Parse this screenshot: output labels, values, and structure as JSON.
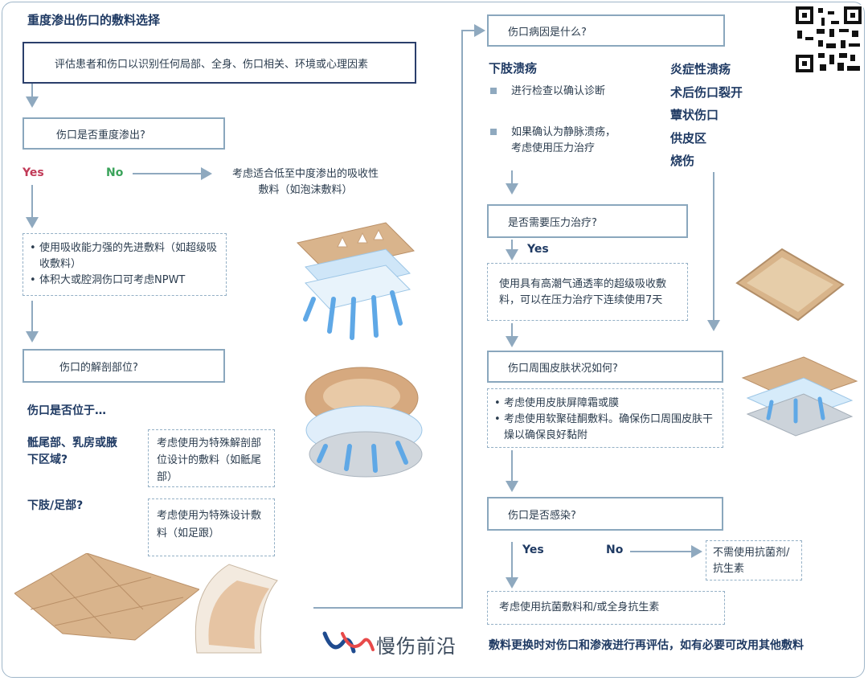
{
  "title": "重度渗出伤口的敷料选择",
  "assess_box": "评估患者和伤口以识别任何局部、全身、伤口相关、环境或心理因素",
  "q_exudate": "伤口是否重度渗出?",
  "yes_label": "Yes",
  "no_label": "No",
  "no_result": [
    "考虑适合低至中度渗出的吸收性",
    "敷料（如泡沫敷料）"
  ],
  "yes_items": [
    "使用吸收能力强的先进敷料（如超级吸收敷料）",
    "体积大或腔洞伤口可考虑NPWT"
  ],
  "q_anatomy": "伤口的解剖部位?",
  "located_q": "伤口是否位于…",
  "site1": [
    "骶尾部、乳房或腋",
    "下区域?"
  ],
  "site1_advice": "考虑使用为特殊解剖部位设计的敷料（如骶尾部）",
  "site2": "下肢/足部?",
  "site2_advice": "考虑使用为特殊设计敷料（如足跟）",
  "q_cause": "伤口病因是什么?",
  "leg_ulcer": "下肢溃疡",
  "leg_items": [
    "进行检查以确认诊断",
    "如果确认为静脉溃疡，\n考虑使用压力治疗"
  ],
  "other_causes": [
    "炎症性溃疡",
    "术后伤口裂开",
    "蕈状伤口",
    "供皮区",
    "烧伤"
  ],
  "q_compression": "是否需要压力治疗?",
  "compression_yes": "Yes",
  "compression_advice": "使用具有高潮气通透率的超级吸收敷料，可以在压力治疗下连续使用7天",
  "q_skin": "伤口周围皮肤状况如何?",
  "skin_items": [
    "考虑使用皮肤屏障霜或膜",
    "考虑使用软聚硅酮敷料。确保伤口周围皮肤干燥以确保良好黏附"
  ],
  "q_infected": "伤口是否感染?",
  "infected_yes": "Yes",
  "infected_no": "No",
  "infected_no_result": "不需使用抗菌剂/抗生素",
  "infected_yes_result": "考虑使用抗菌敷料和/或全身抗生素",
  "final_note": "敷料更换时对伤口和渗液进行再评估，如有必要可改用其他敷料",
  "logo_text": "慢伤前沿",
  "colors": {
    "navy": "#1f3a63",
    "border": "#8aa7bd",
    "yes_red": "#c13a57",
    "no_green": "#3aa35a",
    "arrow": "#8fa9bf",
    "dressing": "#d9b48c",
    "absorb": "#7fbbea"
  },
  "icons": [
    "qr-code-icon",
    "dressing-layers-icon",
    "oval-dressing-icon",
    "square-dressing-icon",
    "heel-dressing-icon",
    "logo-icon"
  ]
}
